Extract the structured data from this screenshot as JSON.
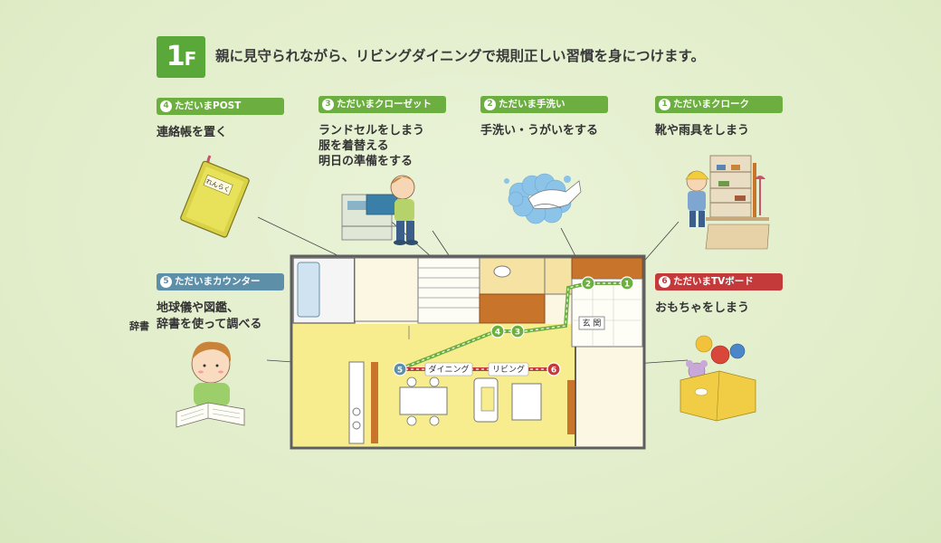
{
  "header": {
    "floor_number": "1",
    "floor_suffix": "F",
    "headline": "親に見守られながら、リビングダイニングで規則正しい習慣を身につけます。"
  },
  "steps": [
    {
      "num": "1",
      "label": "ただいまクローク",
      "desc": [
        "靴や雨具をしまう"
      ]
    },
    {
      "num": "2",
      "label": "ただいま手洗い",
      "desc": [
        "手洗い・うがいをする"
      ]
    },
    {
      "num": "3",
      "label": "ただいまクローゼット",
      "desc": [
        "ランドセルをしまう",
        "服を着替える",
        "明日の準備をする"
      ]
    },
    {
      "num": "4",
      "label": "ただいまPOST",
      "desc": [
        "連絡帳を置く"
      ]
    },
    {
      "num": "5",
      "label": "ただいまカウンター",
      "desc": [
        "地球儀や図鑑、",
        "辞書を使って調べる"
      ],
      "side_note": "辞書"
    },
    {
      "num": "6",
      "label": "ただいまTVボード",
      "desc": [
        "おもちゃをしまう"
      ]
    }
  ],
  "illustrations": {
    "notebook_text": "れんらく"
  },
  "floorplan": {
    "rooms": {
      "entrance": "玄 関",
      "dining": "ダイニング",
      "living": "リビング"
    },
    "route_markers": [
      "1",
      "2",
      "3",
      "4",
      "5",
      "6"
    ]
  },
  "colors": {
    "green": "#6cae3f",
    "teal": "#5d8fa8",
    "red": "#c43a3a",
    "floor_yellow": "#f7ec8e",
    "wood": "#c8742b"
  }
}
